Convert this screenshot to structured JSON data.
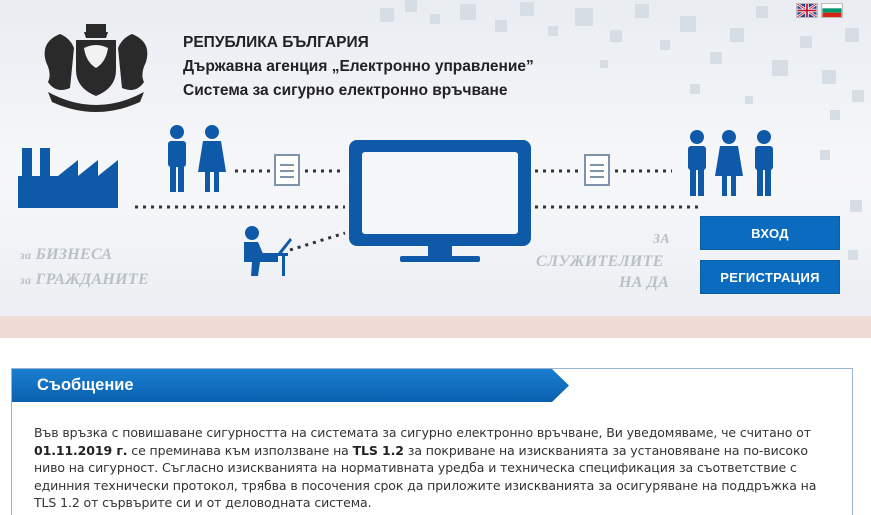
{
  "header": {
    "line1": "РЕПУБЛИКА БЪЛГАРИЯ",
    "line2": "Държавна агенция „Електронно управление”",
    "line3": "Система за сигурно електронно връчване"
  },
  "languages": [
    {
      "code": "en",
      "icon": "uk-flag-icon"
    },
    {
      "code": "bg",
      "icon": "bg-flag-icon"
    }
  ],
  "labels": {
    "business_prefix": "за",
    "business": "БИЗНЕСА",
    "citizens_prefix": "за",
    "citizens": "ГРАЖДАНИТЕ",
    "employees_prefix": "ЗА",
    "employees": "СЛУЖИТЕЛИТЕ",
    "employees_suffix": "НА ДА"
  },
  "buttons": {
    "login": "ВХОД",
    "register": "РЕГИСТРАЦИЯ"
  },
  "message": {
    "title": "Съобщение",
    "p1": "Във връзка с повишаване сигурността на системата за сигурно електронно връчване, Ви уведомяваме, че считано от ",
    "date": "01.11.2019 г.",
    "p2": " се преминава към използване на ",
    "tls1": "TLS 1.2",
    "p3": " за покриване на изискванията за установяване на по-високо ниво на сигурност. Съгласно изискванията на нормативната уредба и техническа спецификация за съответствие с единния технически протокол, трябва в посочения срок да приложите изискванията за осигуряване на поддръжка на TLS 1.2 от сървърите си и от деловодната система."
  },
  "colors": {
    "brand_blue": "#0b6cbf",
    "icon_blue": "#0f5aa8",
    "label_gray": "#b9c0c8"
  }
}
